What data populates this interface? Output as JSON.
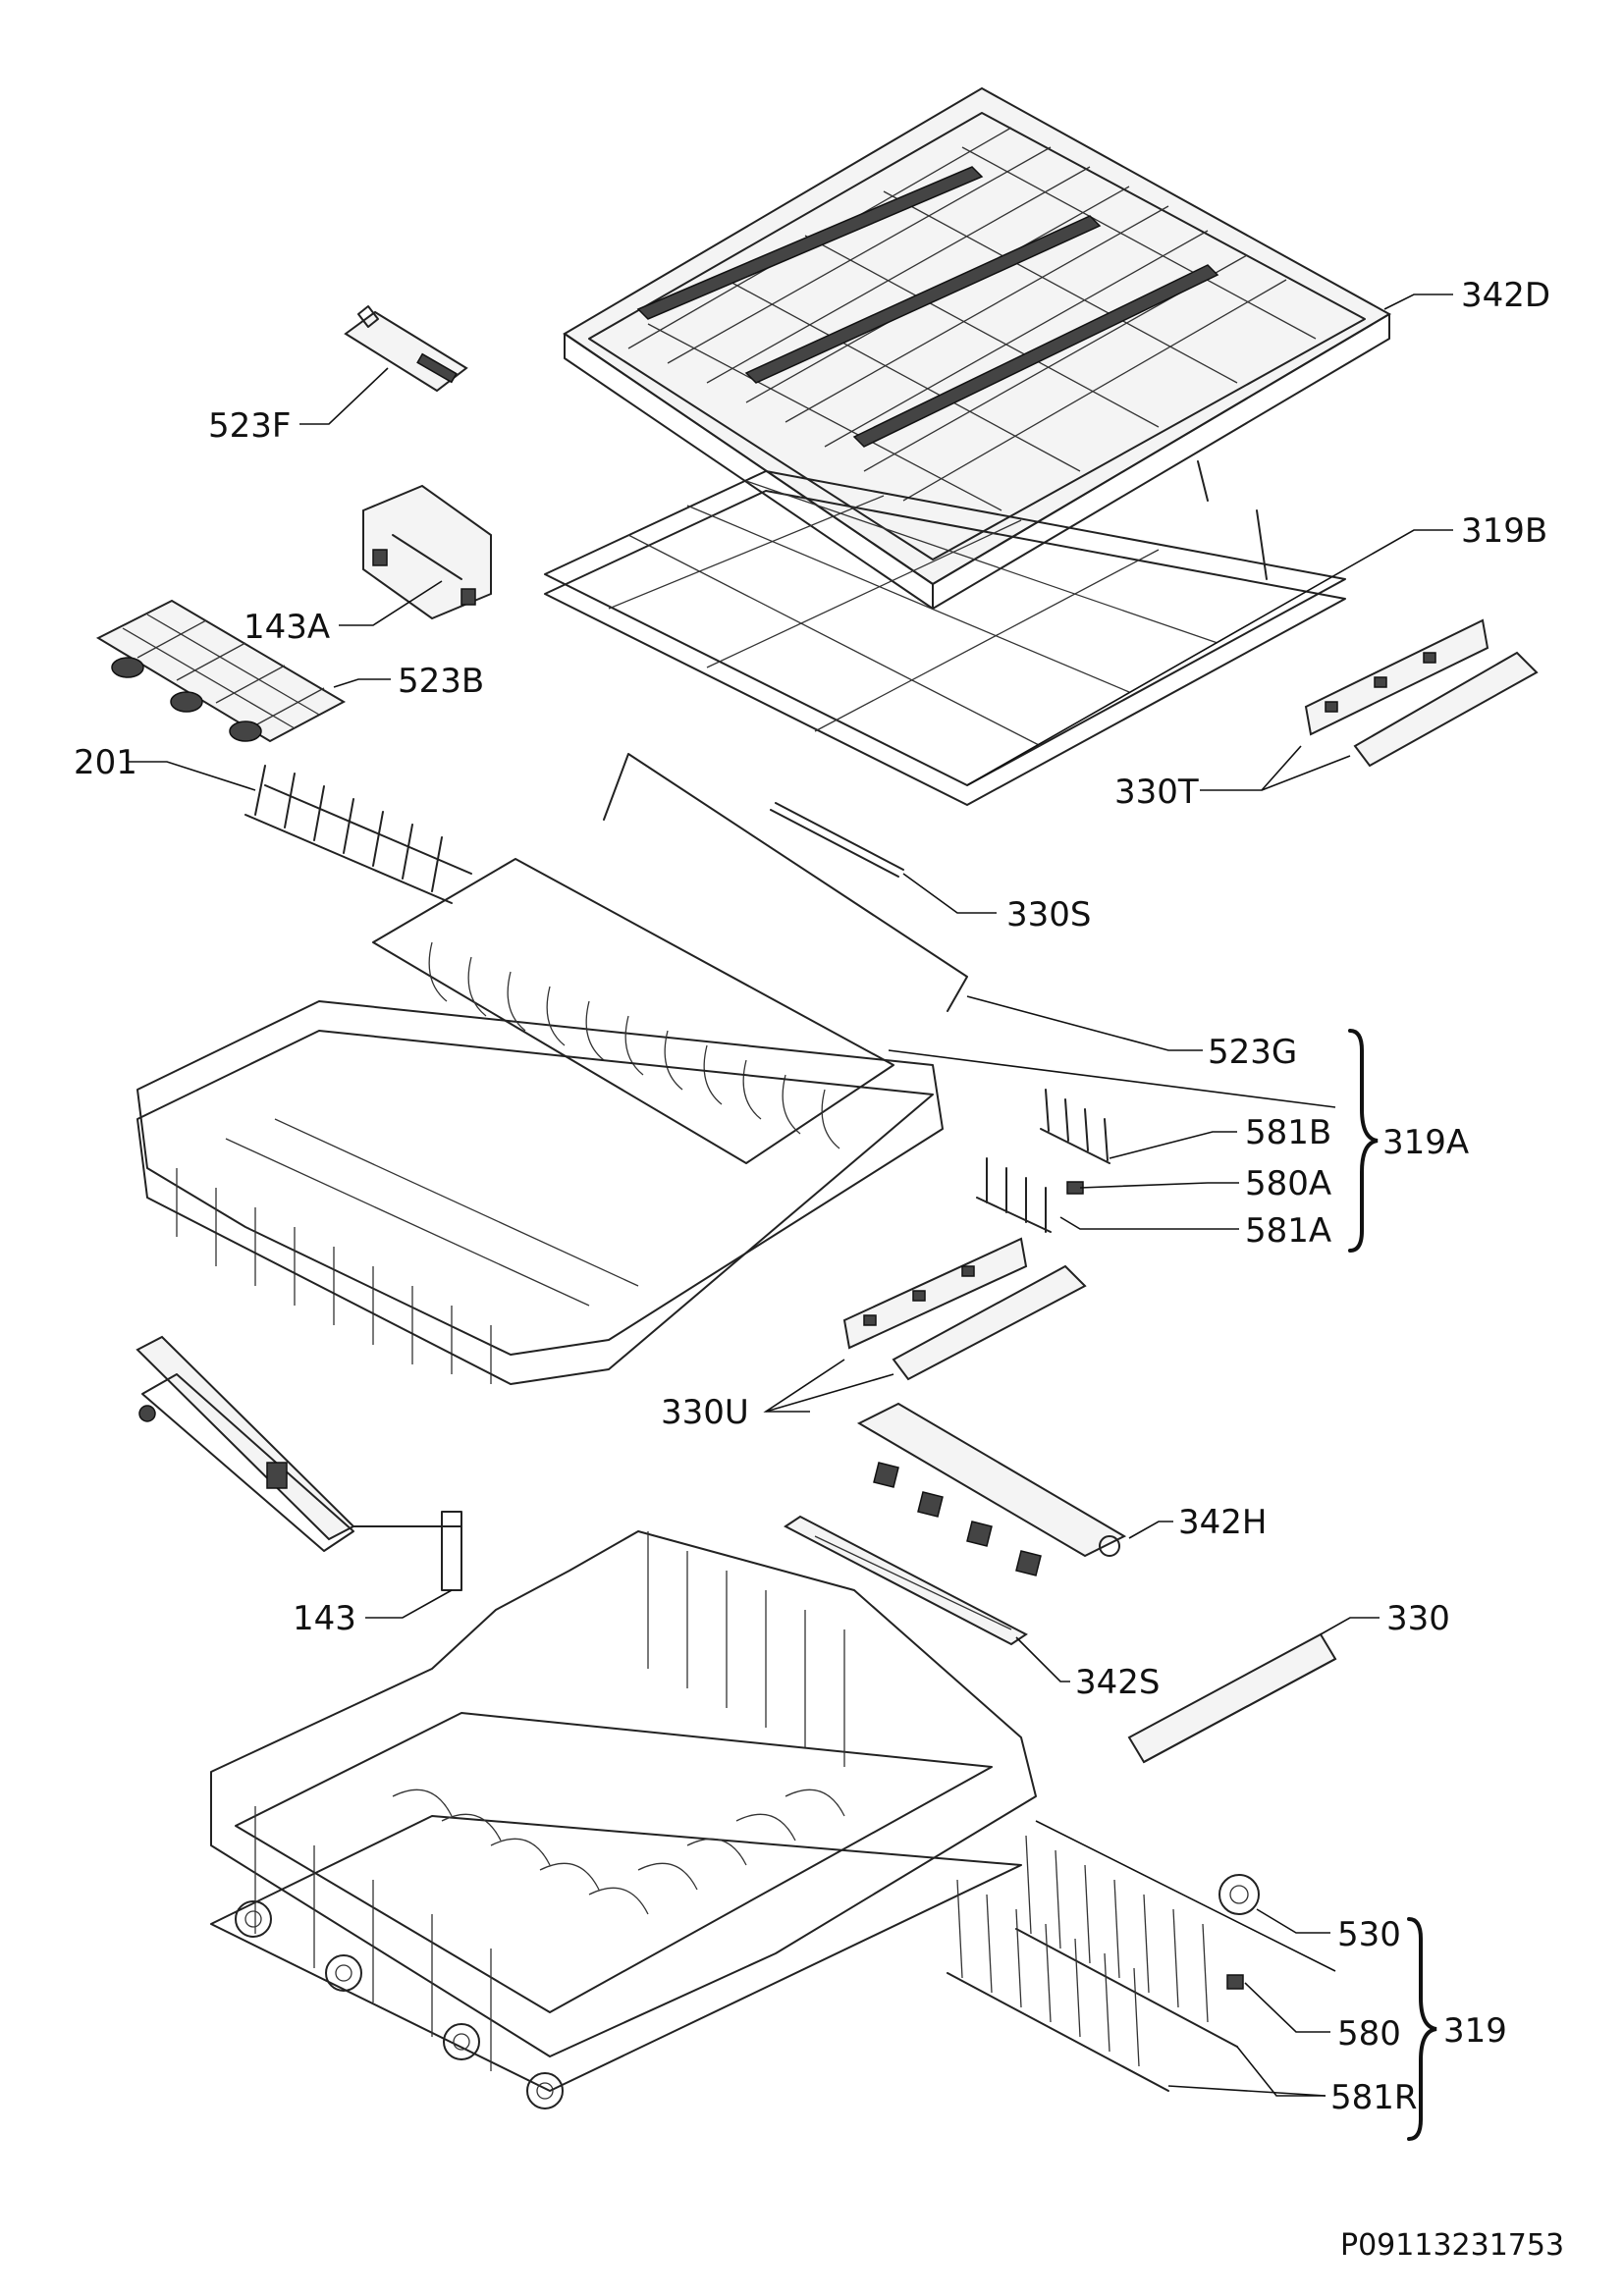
{
  "labels": {
    "p342D": "342D",
    "p523F": "523F",
    "p319B": "319B",
    "p143A": "143A",
    "p523B": "523B",
    "p201": "201",
    "p330T": "330T",
    "p330S": "330S",
    "p523G": "523G",
    "p319A": "319A",
    "p581B": "581B",
    "p580A": "580A",
    "p581A": "581A",
    "p330U": "330U",
    "p342H": "342H",
    "p143": "143",
    "p330": "330",
    "p342S": "342S",
    "p530": "530",
    "p580": "580",
    "p319": "319",
    "p581R": "581R"
  },
  "document_code": "P09113231753"
}
